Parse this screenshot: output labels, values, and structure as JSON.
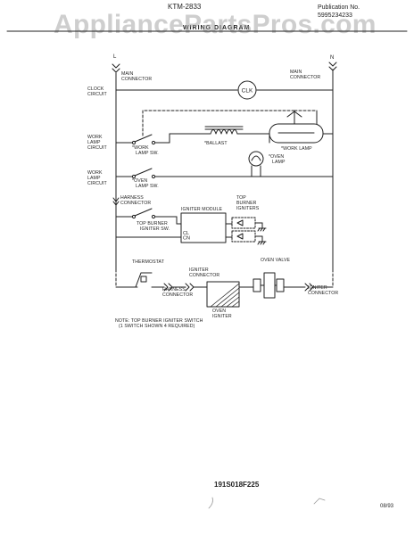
{
  "watermark": "AppliancePartsPros.com",
  "header": {
    "model": "KTM-2833",
    "title": "WIRING DIAGRAM",
    "publication_label": "Publication No.",
    "publication_number": "5995234233"
  },
  "labels": {
    "l_line": "L",
    "n_line": "N",
    "main_connector_left": [
      "MAIN",
      "CONNECTOR"
    ],
    "main_connector_right": [
      "MAIN",
      "CONNECTOR"
    ],
    "clock_circuit": [
      "CLOCK",
      "CIRCUIT"
    ],
    "clock": "CLK",
    "work_lamp_circuit_1": [
      "WORK",
      "LAMP",
      "CIRCUIT"
    ],
    "work_lamp_sw": [
      "*WORK",
      "LAMP SW."
    ],
    "ballast": "*BALLAST",
    "work_lamp": "*WORK LAMP",
    "work_lamp_circuit_2": [
      "WORK",
      "LAMP",
      "CIRCUIT"
    ],
    "oven_lamp": [
      "*OVEN",
      "LAMP"
    ],
    "oven_lamp_sw": [
      "*OVEN",
      "LAMP SW."
    ],
    "harness_connector_1": [
      "HARNESS",
      "CONNECTOR"
    ],
    "top_burner_igniters": [
      "TOP",
      "BURNER",
      "IGNITERS"
    ],
    "igniter_module": "IGNITER MODULE",
    "module_cl": "CL",
    "module_cn": "CN",
    "top_burner_igniter_sw": [
      "TOP BURNER",
      "IGNITER SW."
    ],
    "thermostat": "THERMOSTAT",
    "igniter_connector_1": [
      "IGNITER",
      "CONNECTOR"
    ],
    "oven_valve": "OVEN VALVE",
    "harness_connector_2": [
      "HARNESS",
      "CONNECTOR"
    ],
    "oven_igniter": [
      "OVEN",
      "IGNITER"
    ],
    "igniter_connector_2": [
      "IGNITER",
      "CONNECTOR"
    ],
    "note": [
      "NOTE: TOP BURNER IGNITER SWITCH",
      "(1 SWITCH SHOWN 4 REQUIRED)"
    ]
  },
  "footer": {
    "part_number": "191S018F225",
    "date": "08/93"
  },
  "colors": {
    "ink": "#1f1f1f",
    "watermark": "#a5a5a5",
    "background": "#ffffff"
  }
}
